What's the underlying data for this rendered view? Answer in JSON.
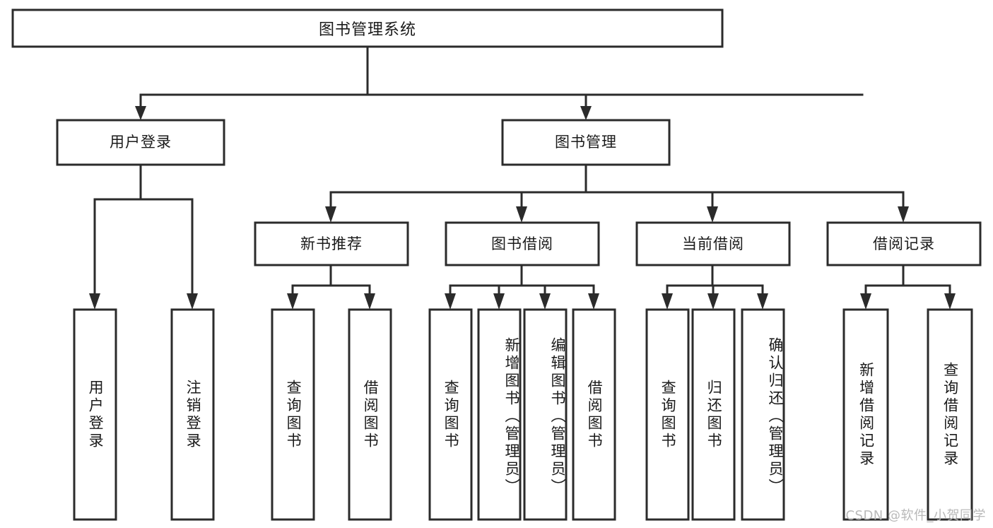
{
  "diagram": {
    "type": "tree-hierarchy-chart",
    "title": "图书管理系统",
    "watermark": "CSDN @软件_小贺同学",
    "levels": {
      "root": {
        "label": "图书管理系统"
      },
      "level2": [
        {
          "id": "user-login",
          "label": "用户登录"
        },
        {
          "id": "book-management",
          "label": "图书管理"
        }
      ],
      "level3": [
        {
          "id": "new-book-recommend",
          "label": "新书推荐",
          "parent": "book-management"
        },
        {
          "id": "book-borrow",
          "label": "图书借阅",
          "parent": "book-management"
        },
        {
          "id": "current-borrow",
          "label": "当前借阅",
          "parent": "book-management"
        },
        {
          "id": "borrow-record",
          "label": "借阅记录",
          "parent": "book-management"
        }
      ],
      "leaves": [
        {
          "id": "leaf-user-login",
          "label": "用户登录",
          "parent": "user-login"
        },
        {
          "id": "leaf-logout-login",
          "label": "注销登录",
          "parent": "user-login"
        },
        {
          "id": "leaf-query-book-1",
          "label": "查询图书",
          "parent": "new-book-recommend"
        },
        {
          "id": "leaf-borrow-book-1",
          "label": "借阅图书",
          "parent": "new-book-recommend"
        },
        {
          "id": "leaf-query-book-2",
          "label": "查询图书",
          "parent": "book-borrow"
        },
        {
          "id": "leaf-add-book",
          "label": "新增图书（管理员）",
          "parent": "book-borrow"
        },
        {
          "id": "leaf-edit-book",
          "label": "编辑图书（管理员）",
          "parent": "book-borrow"
        },
        {
          "id": "leaf-borrow-book-2",
          "label": "借阅图书",
          "parent": "book-borrow"
        },
        {
          "id": "leaf-query-book-3",
          "label": "查询图书",
          "parent": "current-borrow"
        },
        {
          "id": "leaf-return-book",
          "label": "归还图书",
          "parent": "current-borrow"
        },
        {
          "id": "leaf-confirm-return",
          "label": "确认归还（管理员）",
          "parent": "current-borrow"
        },
        {
          "id": "leaf-add-record",
          "label": "新增借阅记录",
          "parent": "borrow-record"
        },
        {
          "id": "leaf-query-record",
          "label": "查询借阅记录",
          "parent": "borrow-record"
        }
      ]
    },
    "colors": {
      "box_stroke": "#2b2b2b",
      "box_fill": "#ffffff",
      "text": "#1a1a1a",
      "watermark": "#b9b9b9",
      "background": "#ffffff"
    }
  }
}
